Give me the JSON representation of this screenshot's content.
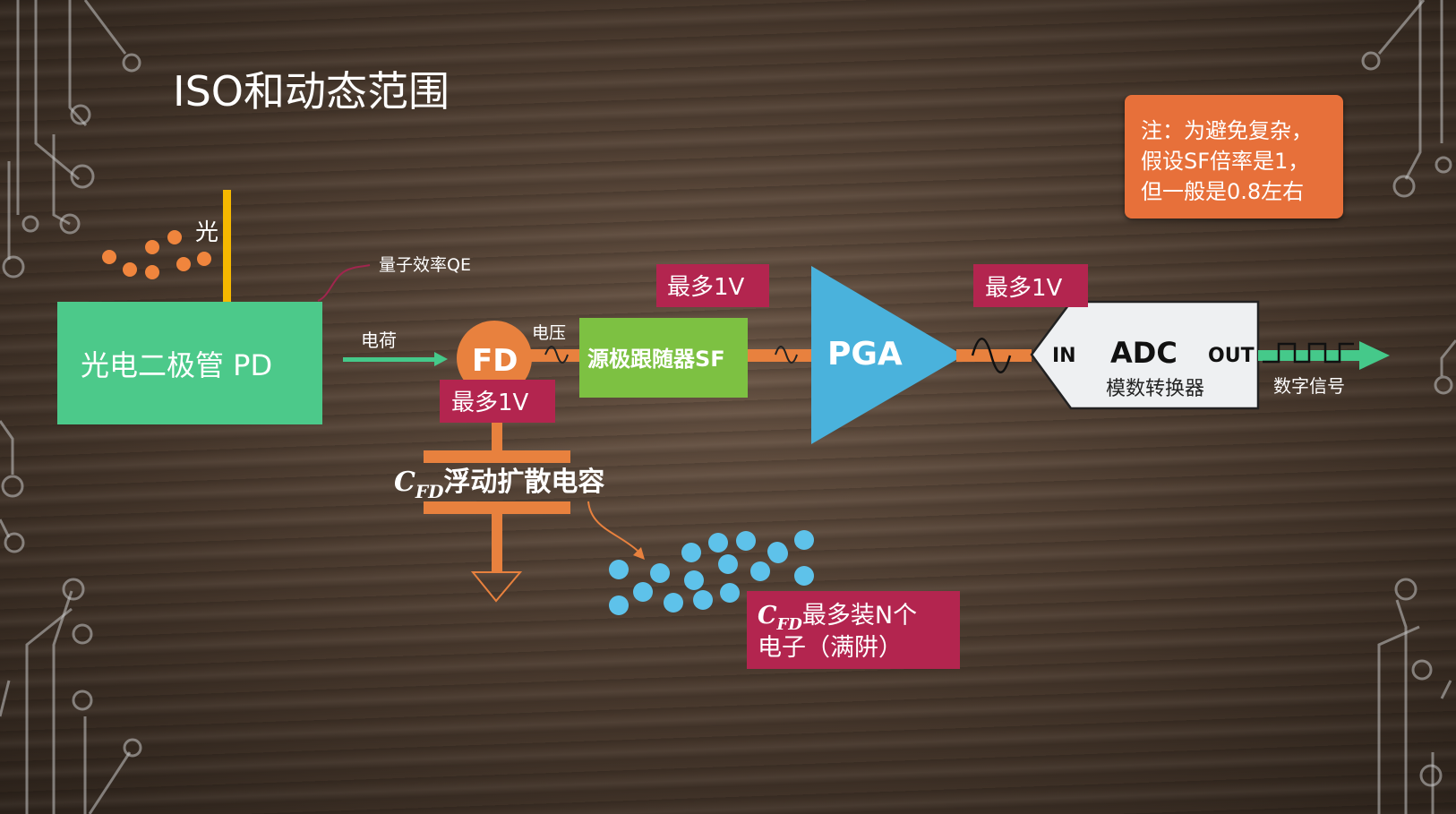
{
  "title": "ISO和动态范围",
  "light_label": "光",
  "qe_label": "量子效率QE",
  "pd_label": "光电二极管 PD",
  "charge_label": "电荷",
  "fd_label": "FD",
  "voltage_label": "电压",
  "sf_label": "源极跟随器SF",
  "pga_label": "PGA",
  "adc": {
    "in": "IN",
    "title": "ADC",
    "out": "OUT",
    "subtitle": "模数转换器"
  },
  "digital_label": "数字信号",
  "max_labels": {
    "fd": "最多1V",
    "sf": "最多1V",
    "pga": "最多1V"
  },
  "cfd_label": {
    "symbol": "C",
    "subscript": "FD",
    "text": "浮动扩散电容"
  },
  "full_well": {
    "symbol": "C",
    "subscript": "FD",
    "line1_text": "最多装N个",
    "line2": "电子（满阱）"
  },
  "note": {
    "line1": "注：为避免复杂，",
    "line2": "假设SF倍率是1，",
    "line3": "但一般是0.8左右"
  },
  "colors": {
    "pd_box": "#4cc98a",
    "fd": "#e8813e",
    "sf_box": "#7dc142",
    "pga": "#4ab2dc",
    "adc_box": "#f2f2f2",
    "tag": "#b3254f",
    "light_arrow": "#f5b800",
    "photon": "#f0853d",
    "electron": "#5ec2ea",
    "green_arrow": "#45c98a",
    "wire": "#e8813e",
    "note": "#e7703a"
  }
}
